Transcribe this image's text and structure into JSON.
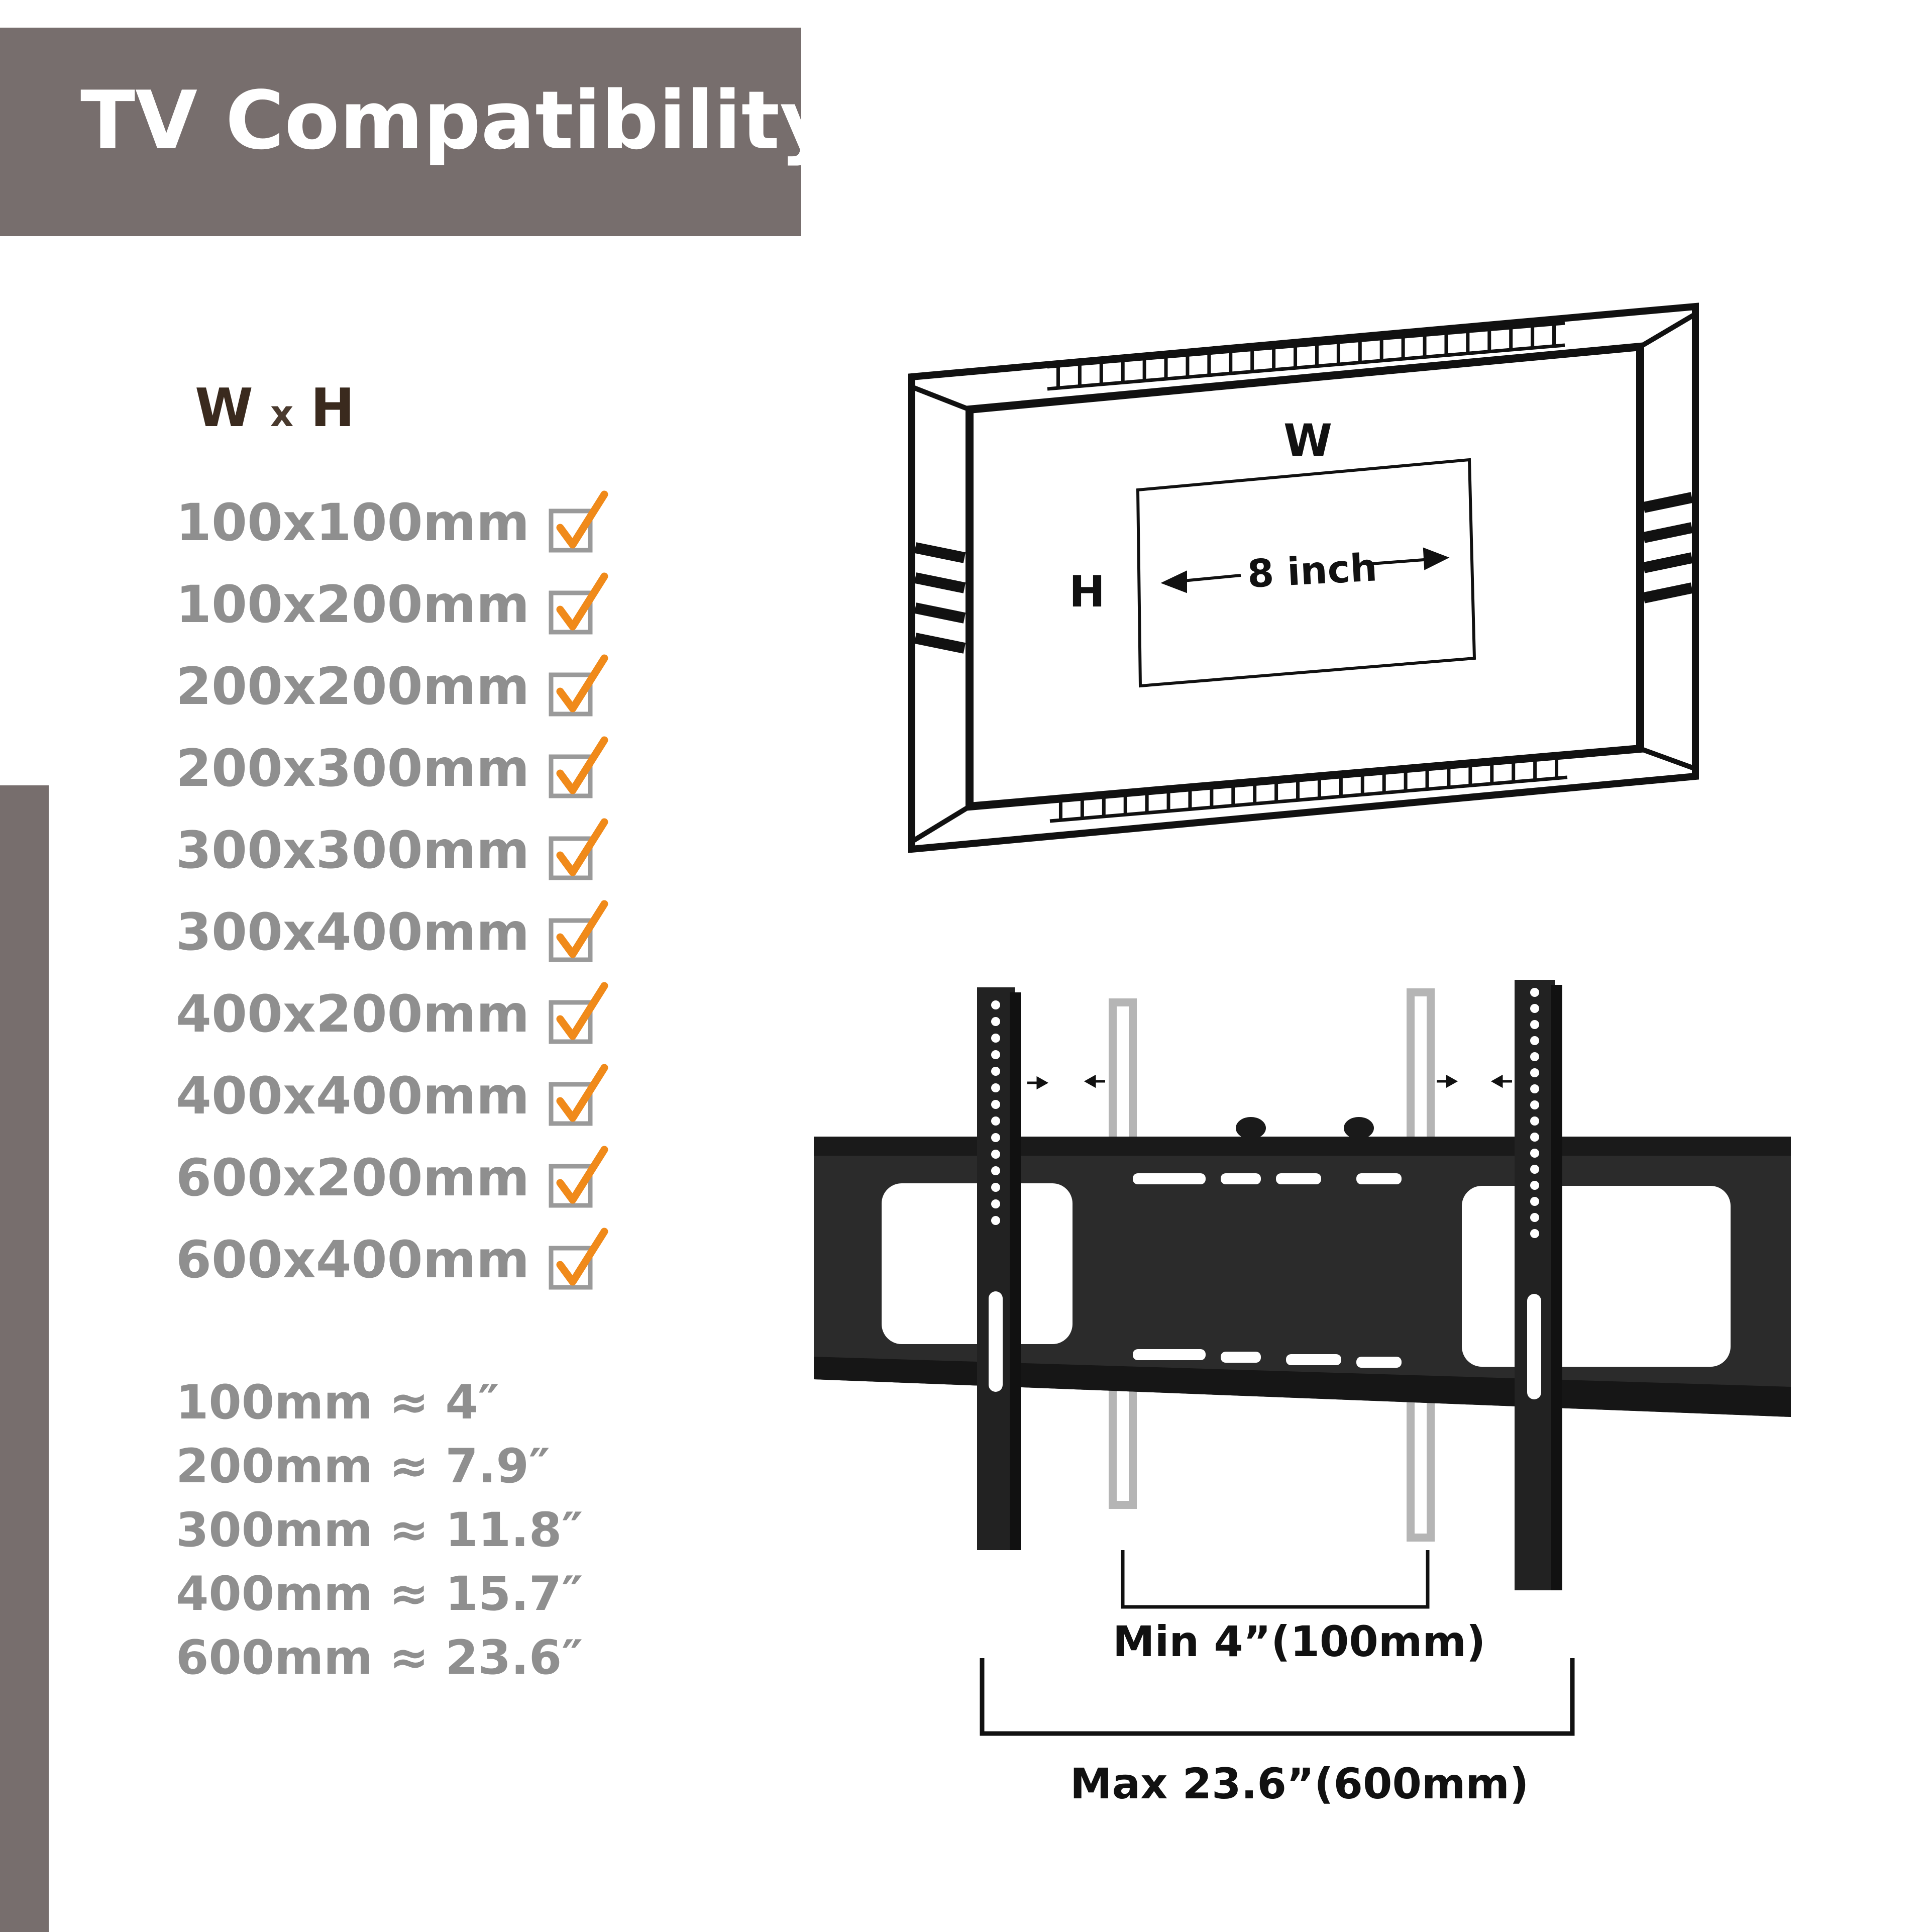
{
  "title": "TV Compatibility",
  "header": {
    "w": "W",
    "x": "x",
    "h": "H"
  },
  "sizes": [
    "100x100mm",
    "100x200mm",
    "200x200mm",
    "200x300mm",
    "300x300mm",
    "300x400mm",
    "400x200mm",
    "400x400mm",
    "600x200mm",
    "600x400mm"
  ],
  "conversions": [
    "100mm ≈ 4″",
    "200mm ≈ 7.9″",
    "300mm ≈ 11.8″",
    "400mm ≈ 15.7″",
    "600mm ≈ 23.6″"
  ],
  "tv_diagram": {
    "w_label": "W",
    "h_label": "H",
    "distance_label": "8 inch"
  },
  "bracket_diagram": {
    "min_label": "Min 4”(100mm)",
    "max_label": "Max 23.6”(600mm)"
  },
  "colors": {
    "banner": "#776e6d",
    "size_text": "#8f8f8f",
    "check": "#f08a1a",
    "box": "#9a9a9a"
  }
}
